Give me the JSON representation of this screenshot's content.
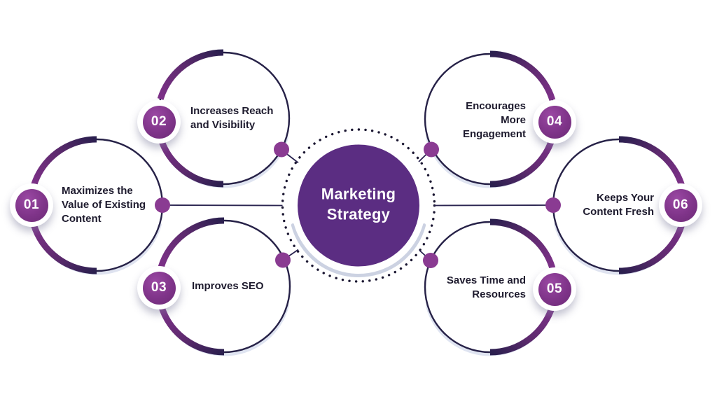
{
  "diagram": {
    "center": {
      "title": "Marketing Strategy"
    },
    "nodes": [
      {
        "number": "01",
        "label": "Maximizes the Value of Existing Content"
      },
      {
        "number": "02",
        "label": "Increases Reach and Visibility"
      },
      {
        "number": "03",
        "label": "Improves SEO"
      },
      {
        "number": "04",
        "label": "Encourages More Engagement"
      },
      {
        "number": "05",
        "label": "Saves Time and Resources"
      },
      {
        "number": "06",
        "label": "Keeps Your Content Fresh"
      }
    ],
    "colors": {
      "center_fill": "#5b2d82",
      "badge_fill": "#7f3489",
      "arc_purple": "#7e3189",
      "arc_navy": "#2a1f4e",
      "ring_navy": "#262147",
      "line_navy": "#2a2450",
      "dot_purple": "#8a3b92",
      "text_dark": "#1e1b2e"
    }
  }
}
